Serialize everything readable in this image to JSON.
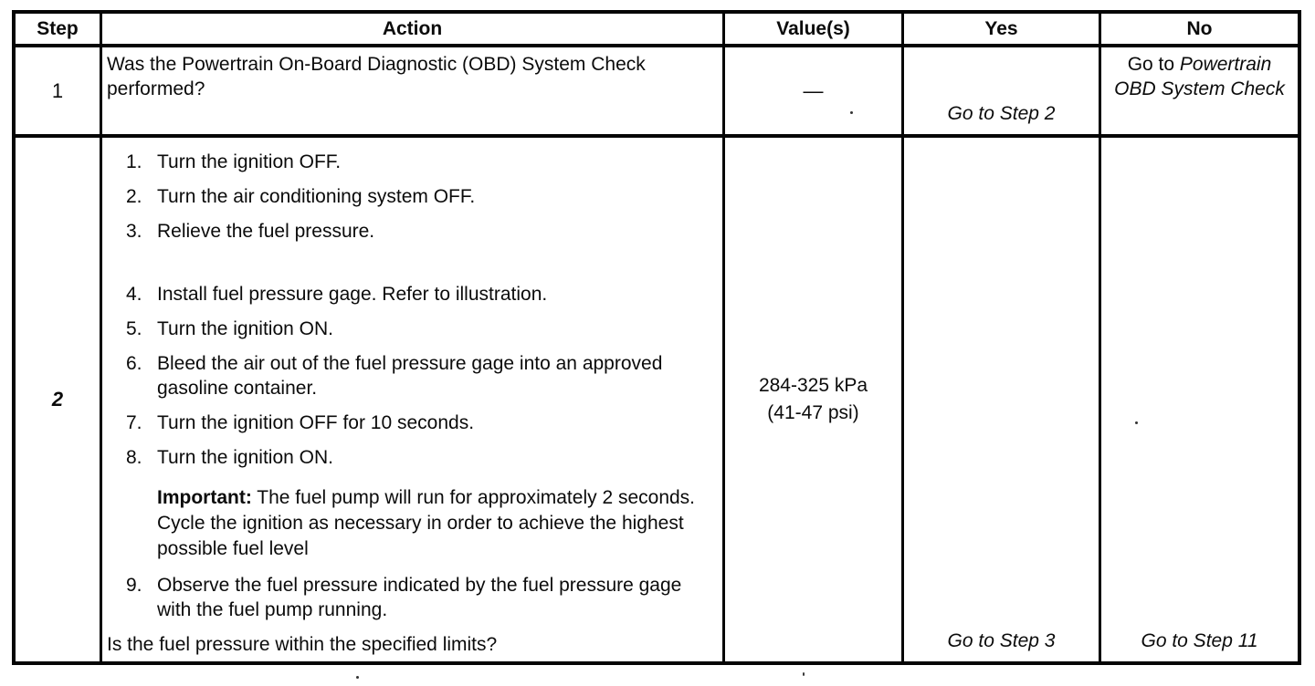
{
  "table": {
    "headers": {
      "step": "Step",
      "action": "Action",
      "value": "Value(s)",
      "yes": "Yes",
      "no": "No"
    },
    "rows": [
      {
        "step": "1",
        "action_question": "Was the Powertrain On-Board Diagnostic (OBD) System Check performed?",
        "value": "—",
        "yes": "Go to Step 2",
        "no_prefix": "Go to ",
        "no_italic": "Powertrain OBD System Check"
      },
      {
        "step": "2",
        "action_items": [
          {
            "n": "1.",
            "text": "Turn the ignition OFF."
          },
          {
            "n": "2.",
            "text": "Turn the air conditioning system OFF."
          },
          {
            "n": "3.",
            "text": "Relieve the fuel pressure."
          },
          {
            "n": "4.",
            "text": "Install fuel pressure gage. Refer to illustration."
          },
          {
            "n": "5.",
            "text": "Turn the ignition ON."
          },
          {
            "n": "6.",
            "text": "Bleed the air out of the fuel pressure gage into an approved gasoline container."
          },
          {
            "n": "7.",
            "text": "Turn the ignition OFF for 10 seconds."
          },
          {
            "n": "8.",
            "text": "Turn the ignition ON."
          }
        ],
        "important_label": "Important:",
        "important_text": " The fuel pump will run for approximately 2 seconds. Cycle the ignition as necessary in order to achieve the highest possible fuel level",
        "item9_n": "9.",
        "item9_text": "Observe the fuel pressure indicated by the fuel pressure gage with the fuel pump running.",
        "final_question": "Is the fuel pressure within the specified limits?",
        "value_line1": "284-325 kPa",
        "value_line2": "(41-47 psi)",
        "yes": "Go to Step 3",
        "no": "Go to Step 11"
      }
    ]
  }
}
